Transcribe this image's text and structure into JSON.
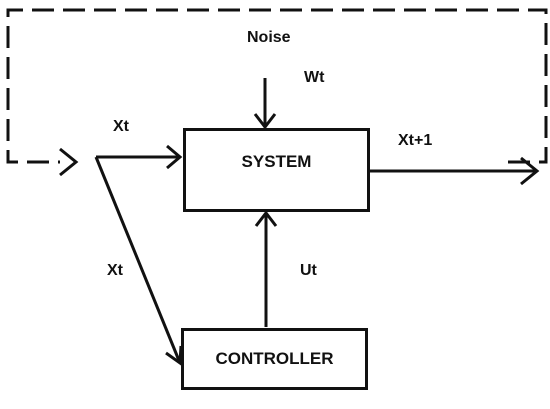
{
  "diagram": {
    "blocks": {
      "system": "SYSTEM",
      "controller": "CONTROLLER"
    },
    "labels": {
      "noise": "Noise",
      "noise_input": "Wt",
      "state_input": "Xt",
      "state_to_controller": "Xt",
      "control_input": "Ut",
      "next_state": "Xt+1"
    },
    "colors": {
      "stroke": "#111111",
      "background": "#ffffff"
    }
  }
}
